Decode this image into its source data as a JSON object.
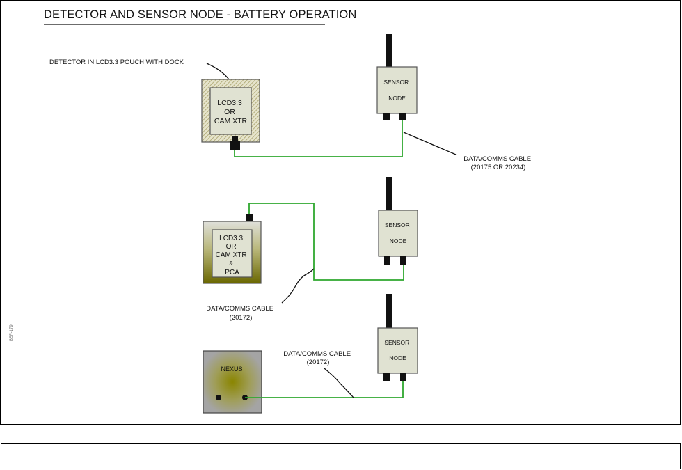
{
  "title": "DETECTOR AND SENSOR NODE - BATTERY OPERATION",
  "document_id": "BSF-179",
  "colors": {
    "cable": "#2fa82f",
    "leader": "#111111",
    "node_fill": "#e0e2d2",
    "pouch_hatch": "#b6b17a",
    "olive": "#6d6a00",
    "nexus_gray": "#a2a2a2",
    "connector": "#111111"
  },
  "configurations": [
    {
      "device": {
        "callout": "DETECTOR IN LCD3.3 POUCH WITH DOCK",
        "lines": [
          "LCD3.3",
          "OR",
          "CAM XTR"
        ]
      },
      "sensor_node": {
        "lines": [
          "SENSOR",
          "NODE"
        ]
      },
      "cable": {
        "lines": [
          "DATA/COMMS CABLE",
          "(20175 OR 20234)"
        ]
      }
    },
    {
      "device": {
        "lines": [
          "LCD3.3",
          "OR",
          "CAM XTR",
          "&",
          "PCA"
        ]
      },
      "sensor_node": {
        "lines": [
          "SENSOR",
          "NODE"
        ]
      },
      "cable": {
        "lines": [
          "DATA/COMMS CABLE",
          "(20172)"
        ]
      }
    },
    {
      "device": {
        "lines": [
          "NEXUS"
        ]
      },
      "sensor_node": {
        "lines": [
          "SENSOR",
          "NODE"
        ]
      },
      "cable": {
        "lines": [
          "DATA/COMMS CABLE",
          "(20172)"
        ]
      }
    }
  ],
  "footer_note": ""
}
